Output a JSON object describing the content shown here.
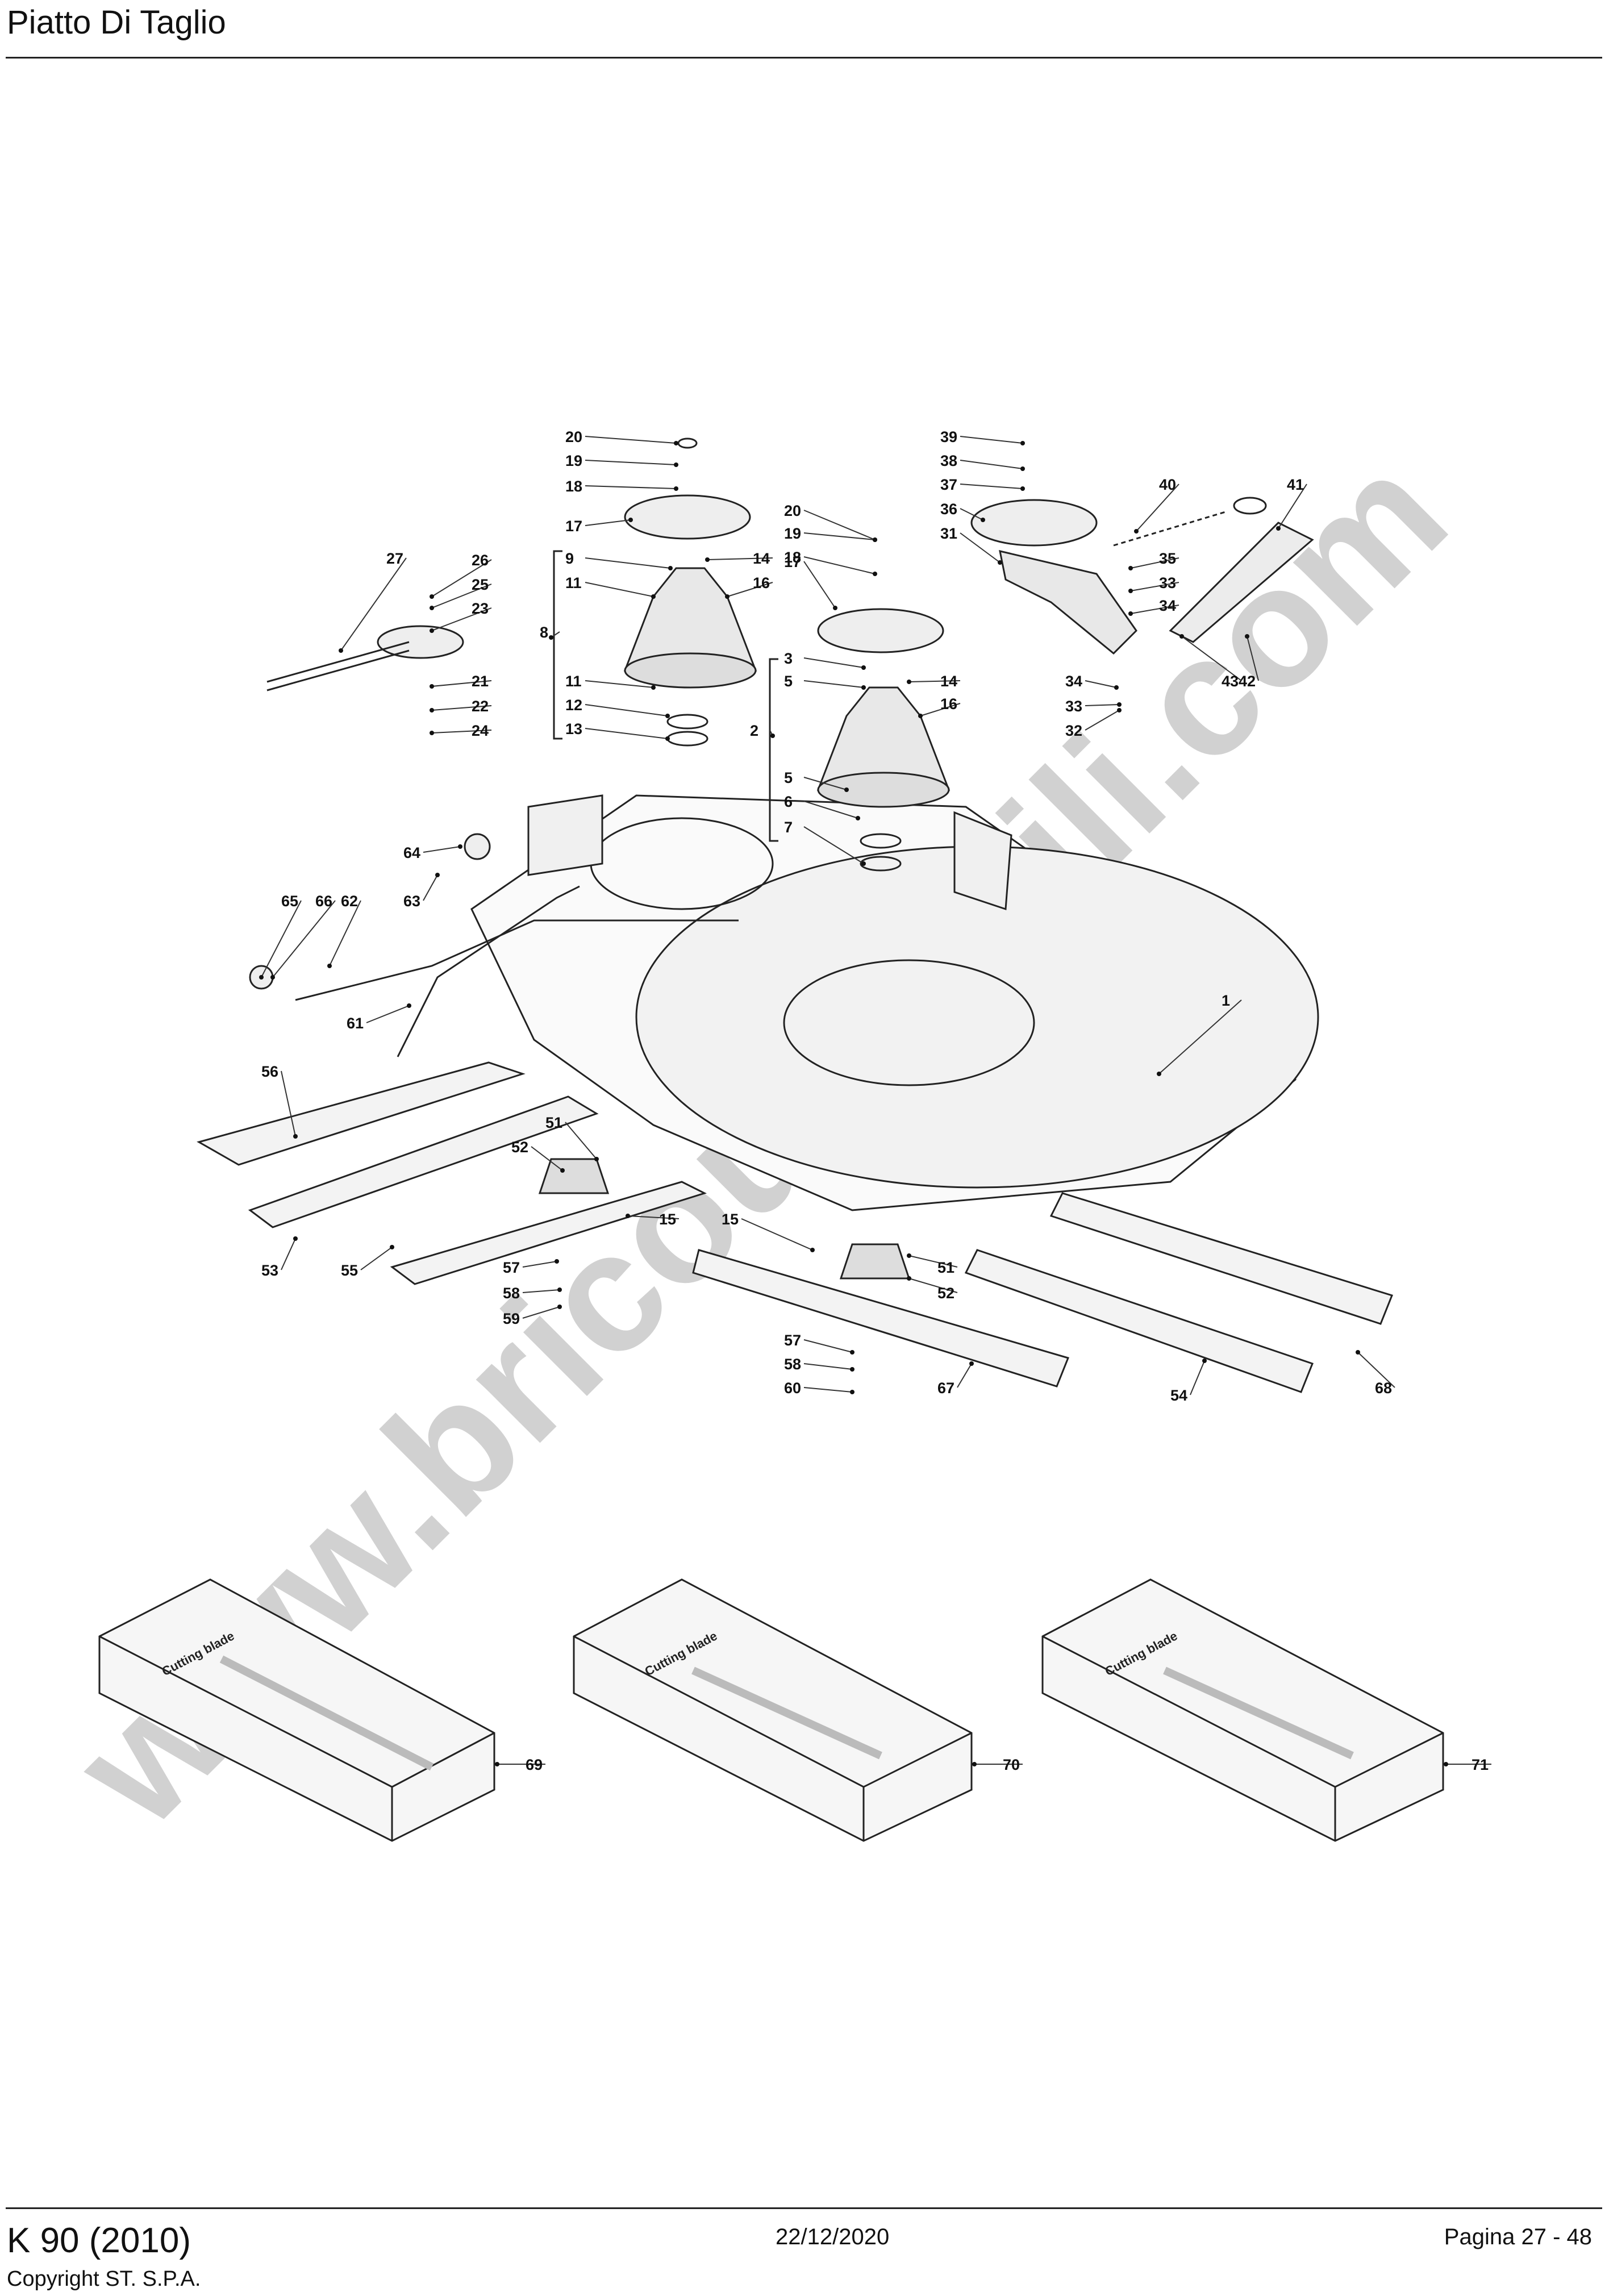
{
  "header": {
    "title": "Piatto Di Taglio"
  },
  "footer": {
    "model": "K 90 (2010)",
    "copyright": "Copyright ST. S.P.A.",
    "date": "22/12/2020",
    "page": "Pagina 27 - 48"
  },
  "watermark": "www.bricoutensili.com",
  "diagram": {
    "pack_label": "Cutting blade",
    "callouts": [
      "1",
      "2",
      "3",
      "5",
      "5",
      "6",
      "7",
      "8",
      "9",
      "11",
      "11",
      "12",
      "13",
      "14",
      "14",
      "15",
      "15",
      "16",
      "16",
      "17",
      "17",
      "18",
      "18",
      "19",
      "19",
      "20",
      "20",
      "21",
      "22",
      "23",
      "24",
      "25",
      "26",
      "27",
      "31",
      "32",
      "33",
      "33",
      "34",
      "34",
      "35",
      "36",
      "37",
      "38",
      "39",
      "40",
      "41",
      "42",
      "43",
      "51",
      "51",
      "52",
      "52",
      "53",
      "54",
      "55",
      "56",
      "57",
      "57",
      "58",
      "58",
      "59",
      "60",
      "61",
      "62",
      "63",
      "64",
      "65",
      "66",
      "67",
      "68",
      "69",
      "70",
      "71"
    ]
  }
}
